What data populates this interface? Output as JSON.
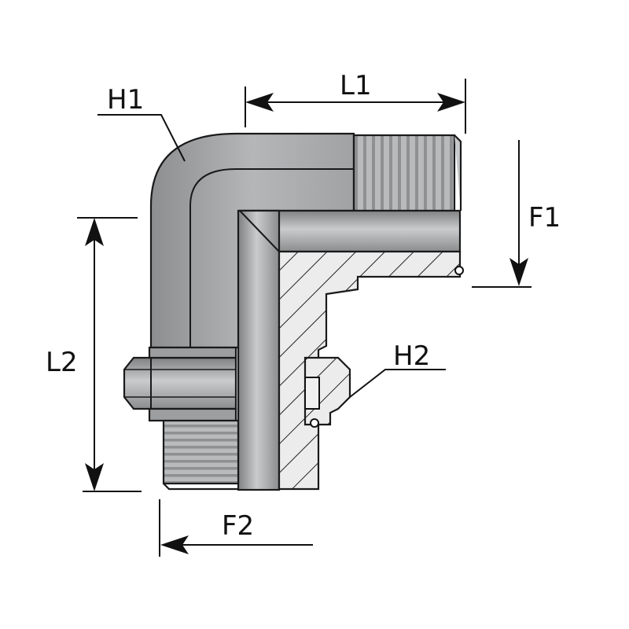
{
  "title": "90° elbow adapter with locknut - dimension drawing",
  "labels": {
    "l1": "L1",
    "l2": "L2",
    "h1": "H1",
    "h2": "H2",
    "f1": "F1",
    "f2": "F2"
  },
  "colors": {
    "body": "#a9abad",
    "body_dark": "#8d8f91",
    "thread": "#b9bbbd",
    "hatch_bg": "#e4e4e4",
    "line": "#111111"
  }
}
